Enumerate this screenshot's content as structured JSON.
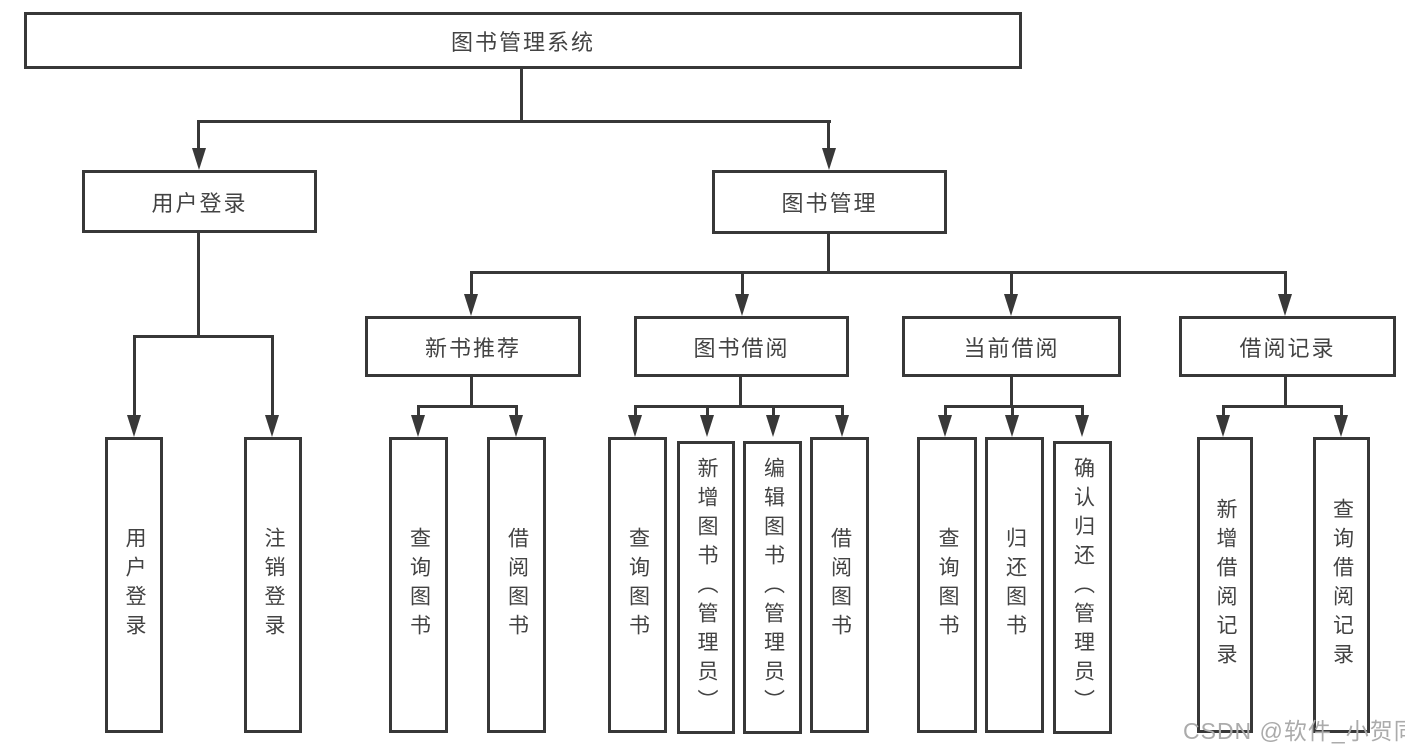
{
  "chart": {
    "root": "图书管理系统",
    "branches": [
      {
        "label": "用户登录",
        "leaves": [
          "用户登录",
          "注销登录"
        ]
      },
      {
        "label": "图书管理",
        "groups": [
          {
            "label": "新书推荐",
            "leaves": [
              "查询图书",
              "借阅图书"
            ]
          },
          {
            "label": "图书借阅",
            "leaves": [
              "查询图书",
              "新增图书（管理员）",
              "编辑图书（管理员）",
              "借阅图书"
            ]
          },
          {
            "label": "当前借阅",
            "leaves": [
              "查询图书",
              "归还图书",
              "确认归还（管理员）"
            ]
          },
          {
            "label": "借阅记录",
            "leaves": [
              "新增借阅记录",
              "查询借阅记录"
            ]
          }
        ]
      }
    ]
  },
  "watermark": {
    "text": "CSDN @软件_小贺同学"
  },
  "colors": {
    "line": "#383838",
    "text": "#434343",
    "background": "#ffffff",
    "watermark": "#ababab"
  }
}
